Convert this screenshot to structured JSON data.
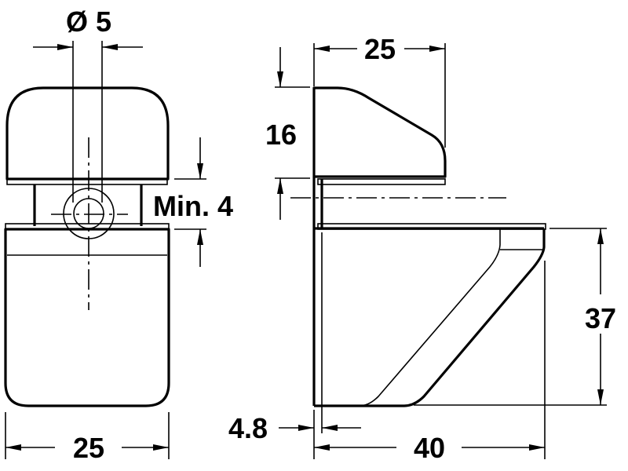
{
  "drawing": {
    "front_view": {
      "hole_diameter_label": "Ø 5",
      "min_thickness_label": "Min. 4",
      "width_label": "25"
    },
    "side_view": {
      "top_depth_label": "25",
      "top_height_label": "16",
      "offset_label": "4.8",
      "depth_label": "40",
      "height_label": "37"
    },
    "colors": {
      "line": "#000000",
      "background": "#ffffff"
    }
  }
}
